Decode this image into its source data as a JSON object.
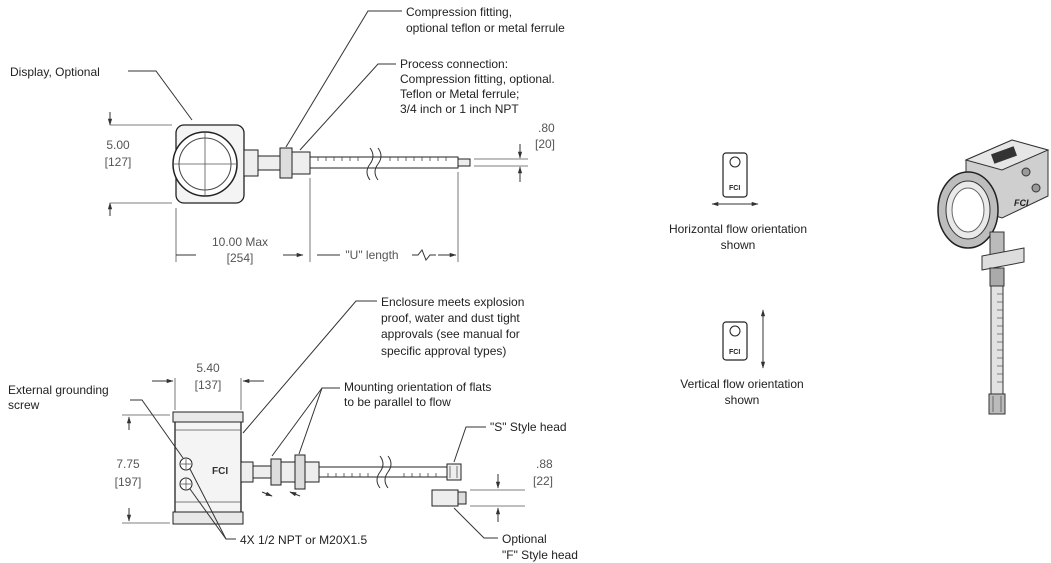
{
  "colors": {
    "line": "#333333",
    "text": "#222222",
    "dimension_text": "#555555",
    "background": "#ffffff"
  },
  "top_view": {
    "callouts": {
      "display": "Display, Optional",
      "compression_fitting": [
        "Compression fitting,",
        "optional teflon or metal ferrule"
      ],
      "process_connection": [
        "Process connection:",
        "Compression fitting, optional.",
        "Teflon or Metal ferrule;",
        "3/4 inch or 1 inch NPT"
      ]
    },
    "dimensions": {
      "height_in": "5.00",
      "height_mm": "[127]",
      "length_in": "10.00 Max",
      "length_mm": "[254]",
      "u_length": "\"U\" length",
      "probe_in": ".80",
      "probe_mm": "[20]"
    }
  },
  "side_view": {
    "callouts": {
      "enclosure": [
        "Enclosure meets explosion",
        "proof, water and dust tight",
        "approvals (see manual for",
        "specific approval types)"
      ],
      "grounding": [
        "External grounding",
        "screw"
      ],
      "mounting": [
        "Mounting orientation of flats",
        "to be parallel to flow"
      ],
      "s_head": "\"S\" Style head",
      "npt": "4X 1/2 NPT or M20X1.5",
      "f_head": [
        "Optional",
        "\"F\" Style head"
      ]
    },
    "dimensions": {
      "width_in": "5.40",
      "width_mm": "[137]",
      "height_in": "7.75",
      "height_mm": "[197]",
      "probe_in": ".88",
      "probe_mm": "[22]"
    }
  },
  "orientation": {
    "horizontal": [
      "Horizontal flow orientation",
      "shown"
    ],
    "vertical": [
      "Vertical flow orientation",
      "shown"
    ]
  }
}
